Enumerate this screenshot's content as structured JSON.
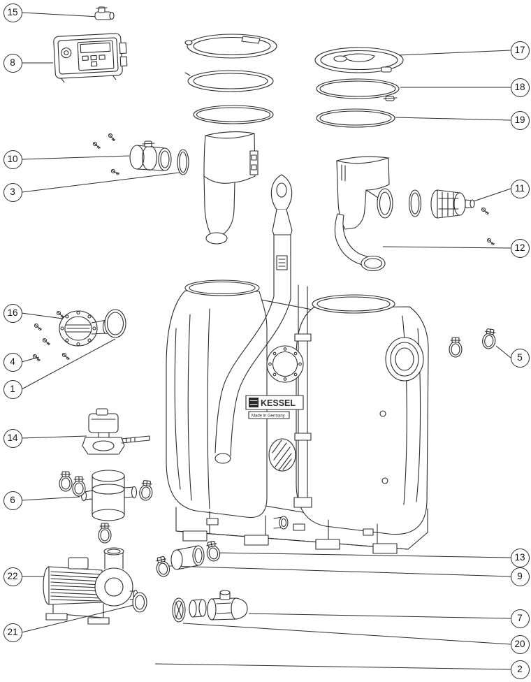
{
  "page": {
    "background": "#ffffff",
    "line_color": "#2b2b2b"
  },
  "diagram": {
    "type": "exploded-parts-diagram",
    "brand": "KESSEL",
    "brand_subtitle": "Made in Germany",
    "callouts": [
      {
        "side": "left",
        "label": "15"
      },
      {
        "side": "left",
        "label": "8"
      },
      {
        "side": "left",
        "label": "10"
      },
      {
        "side": "left",
        "label": "3"
      },
      {
        "side": "left",
        "label": "16"
      },
      {
        "side": "left",
        "label": "4"
      },
      {
        "side": "left",
        "label": "1"
      },
      {
        "side": "left",
        "label": "14"
      },
      {
        "side": "left",
        "label": "6"
      },
      {
        "side": "left",
        "label": "22"
      },
      {
        "side": "left",
        "label": "21"
      },
      {
        "side": "right",
        "label": "17"
      },
      {
        "side": "right",
        "label": "18"
      },
      {
        "side": "right",
        "label": "19"
      },
      {
        "side": "right",
        "label": "11"
      },
      {
        "side": "right",
        "label": "12"
      },
      {
        "side": "right",
        "label": "5"
      },
      {
        "side": "right",
        "label": "13"
      },
      {
        "side": "right",
        "label": "9"
      },
      {
        "side": "right",
        "label": "7"
      },
      {
        "side": "right",
        "label": "20"
      },
      {
        "side": "right",
        "label": "2"
      }
    ]
  }
}
